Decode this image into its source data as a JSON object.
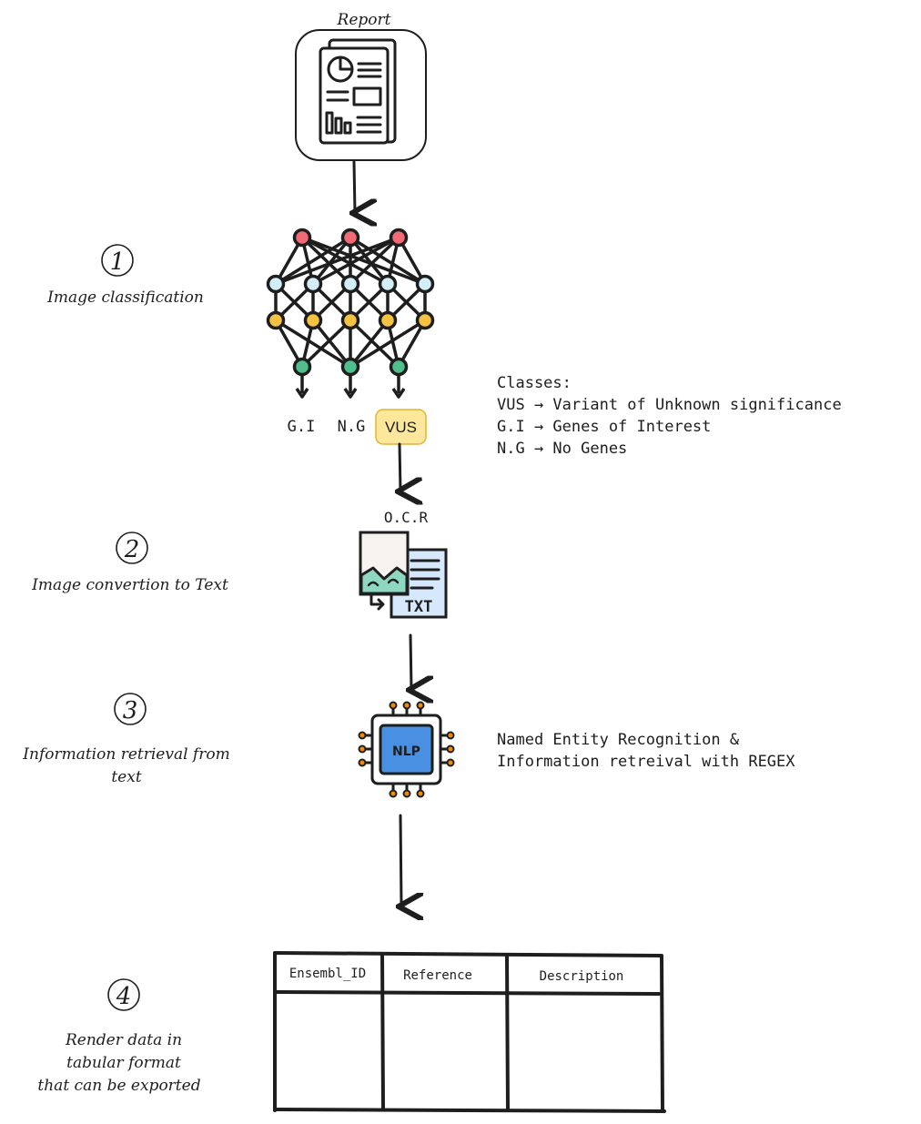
{
  "report": {
    "label": "Report"
  },
  "steps": [
    {
      "number": "1",
      "lines": [
        "Image classification"
      ]
    },
    {
      "number": "2",
      "lines": [
        "Image convertion to Text"
      ]
    },
    {
      "number": "3",
      "lines": [
        "Information retrieval from",
        "text"
      ]
    },
    {
      "number": "4",
      "lines": [
        "Render data in",
        "tabular format",
        "that can be exported"
      ]
    }
  ],
  "outputs": {
    "gi": "G.I",
    "ng": "N.G",
    "vus": "VUS"
  },
  "classes": {
    "heading": "Classes:",
    "items": [
      "VUS → Variant of Unknown significance",
      "G.I → Genes of Interest",
      "N.G → No Genes"
    ]
  },
  "ocr": {
    "label": "O.C.R",
    "txt": "TXT"
  },
  "nlp": {
    "chip": "NLP",
    "lines": [
      "Named Entity Recognition &",
      "Information retreival with REGEX"
    ]
  },
  "table": {
    "headers": [
      "Ensembl_ID",
      "Reference",
      "Description"
    ]
  },
  "colors": {
    "ink": "#1e1e1e",
    "node_red": "#f06b75",
    "node_blue": "#d4eef8",
    "node_yellow": "#f5c242",
    "node_green": "#4fc08d",
    "vus_fill": "#fce79a",
    "vus_border": "#e0b530",
    "chip_blue": "#4a90e2",
    "chip_pins": "#f08c00",
    "doc_fill": "#d6e8fb",
    "image_fill": "#f7f3ef",
    "mountain": "#8ed8c2"
  }
}
